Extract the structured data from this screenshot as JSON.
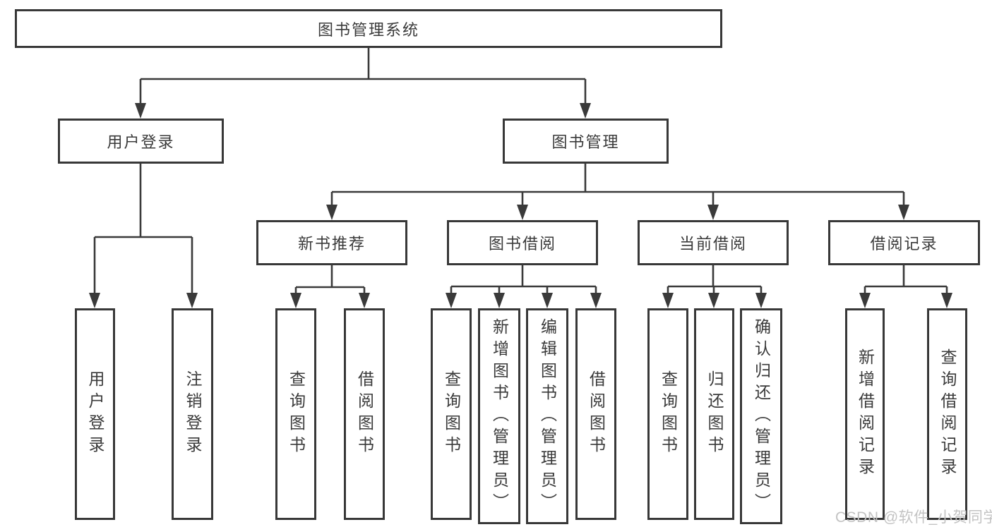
{
  "diagram": {
    "root_label": "图书管理系统",
    "level2": {
      "login": "用户登录",
      "management": "图书管理"
    },
    "level3": {
      "recommend": "新书推荐",
      "borrow": "图书借阅",
      "current": "当前借阅",
      "records": "借阅记录"
    },
    "leaves": {
      "login": [
        "用户登录",
        "注销登录"
      ],
      "recommend": [
        "查询图书",
        "借阅图书"
      ],
      "borrow": [
        "查询图书",
        "新增图书（管理员）",
        "编辑图书（管理员）",
        "借阅图书"
      ],
      "current": [
        "查询图书",
        "归还图书",
        "确认归还（管理员）"
      ],
      "records": [
        "新增借阅记录",
        "查询借阅记录"
      ]
    }
  },
  "watermark": {
    "text": "CSDN @软件_小贺同学"
  },
  "colors": {
    "line": "#3a3a3a",
    "box_border": "#383838",
    "box_fill": "#ffffff",
    "watermark": "#c3c3c3"
  }
}
